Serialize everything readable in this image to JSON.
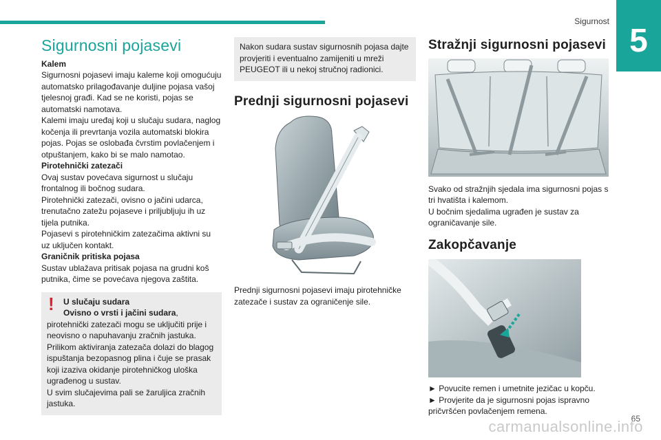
{
  "header": {
    "section": "Sigurnost",
    "chapter": "5"
  },
  "col1": {
    "title": "Sigurnosni pojasevi",
    "kalem_heading": "Kalem",
    "kalem_text": "Sigurnosni pojasevi imaju kaleme koji omogućuju automatsko prilagođavanje duljine pojasa vašoj tjelesnoj građi. Kad se ne koristi, pojas se automatski namotava.",
    "kalem_text2": "Kalemi imaju uređaj koji u slučaju sudara, naglog kočenja ili prevrtanja vozila automatski blokira pojas. Pojas se oslobađa čvrstim povlačenjem i otpuštanjem, kako bi se malo namotao.",
    "pirotehnicki_heading": "Pirotehnički zatezači",
    "pirotehnicki_text": "Ovaj sustav povećava sigurnost u slučaju frontalnog ili bočnog sudara.",
    "pirotehnicki_text2": "Pirotehnički zatezači, ovisno o jačini udarca, trenutačno zatežu pojaseve i priljubljuju ih uz tijela putnika.",
    "pirotehnicki_text3": "Pojasevi s pirotehničkim zatezačima aktivni su uz uključen kontakt.",
    "granicnik_heading": "Graničnik pritiska pojasa",
    "granicnik_text": "Sustav ublažava pritisak pojasa na grudni koš putnika, čime se povećava njegova zaštita.",
    "warning": {
      "mark": "!",
      "line1": "U slučaju sudara",
      "line2_bold": "Ovisno o vrsti i jačini sudara",
      "line2_rest": ", pirotehnički zatezači mogu se uključiti prije i neovisno o napuhavanju zračnih jastuka. Prilikom aktiviranja zatezača dolazi do blagog ispuštanja bezopasnog plina i čuje se prasak koji izaziva okidanje pirotehničkog uloška ugrađenog u sustav.",
      "line3": "U svim slučajevima pali se žaruljica zračnih jastuka."
    }
  },
  "col2": {
    "note": "Nakon sudara sustav sigurnosnih pojasa dajte provjeriti i eventualno zamijeniti u mreži PEUGEOT ili u nekoj stručnoj radionici.",
    "heading": "Prednji sigurnosni pojasevi",
    "caption": "Prednji sigurnosni pojasevi imaju pirotehničke zatezače i sustav za ograničenje sile."
  },
  "col3": {
    "heading_rear": "Stražnji sigurnosni pojasevi",
    "rear_text": "Svako od stražnjih sjedala ima sigurnosni pojas s tri hvatišta i kalemom.",
    "rear_text2": "U bočnim sjedalima ugrađen je sustav za ograničavanje sile.",
    "heading_buckle": "Zakopčavanje",
    "step1": "► Povucite remen i umetnite jezičac u kopču.",
    "step2": "► Provjerite da je sigurnosni pojas ispravno pričvršćen povlačenjem remena."
  },
  "footer": {
    "page": "65",
    "watermark": "carmanualsonline.info"
  }
}
